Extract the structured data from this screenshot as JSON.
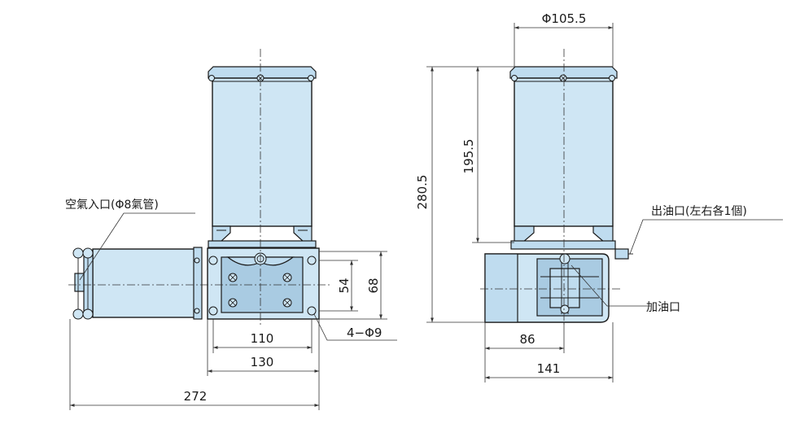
{
  "dimensions": {
    "diameter_top": "Φ105.5",
    "height_total": "280.5",
    "height_reservoir": "195.5",
    "mount_height": "54",
    "base_height": "68",
    "hole_spacing": "110",
    "base_width": "130",
    "overall_length": "272",
    "holes": "4−Φ9",
    "side_depth": "86",
    "side_width": "141"
  },
  "callouts": {
    "air_inlet": "空氣入口(Φ8氣管)",
    "oil_outlet": "出油口(左右各1個)",
    "oil_fill": "加油口"
  }
}
